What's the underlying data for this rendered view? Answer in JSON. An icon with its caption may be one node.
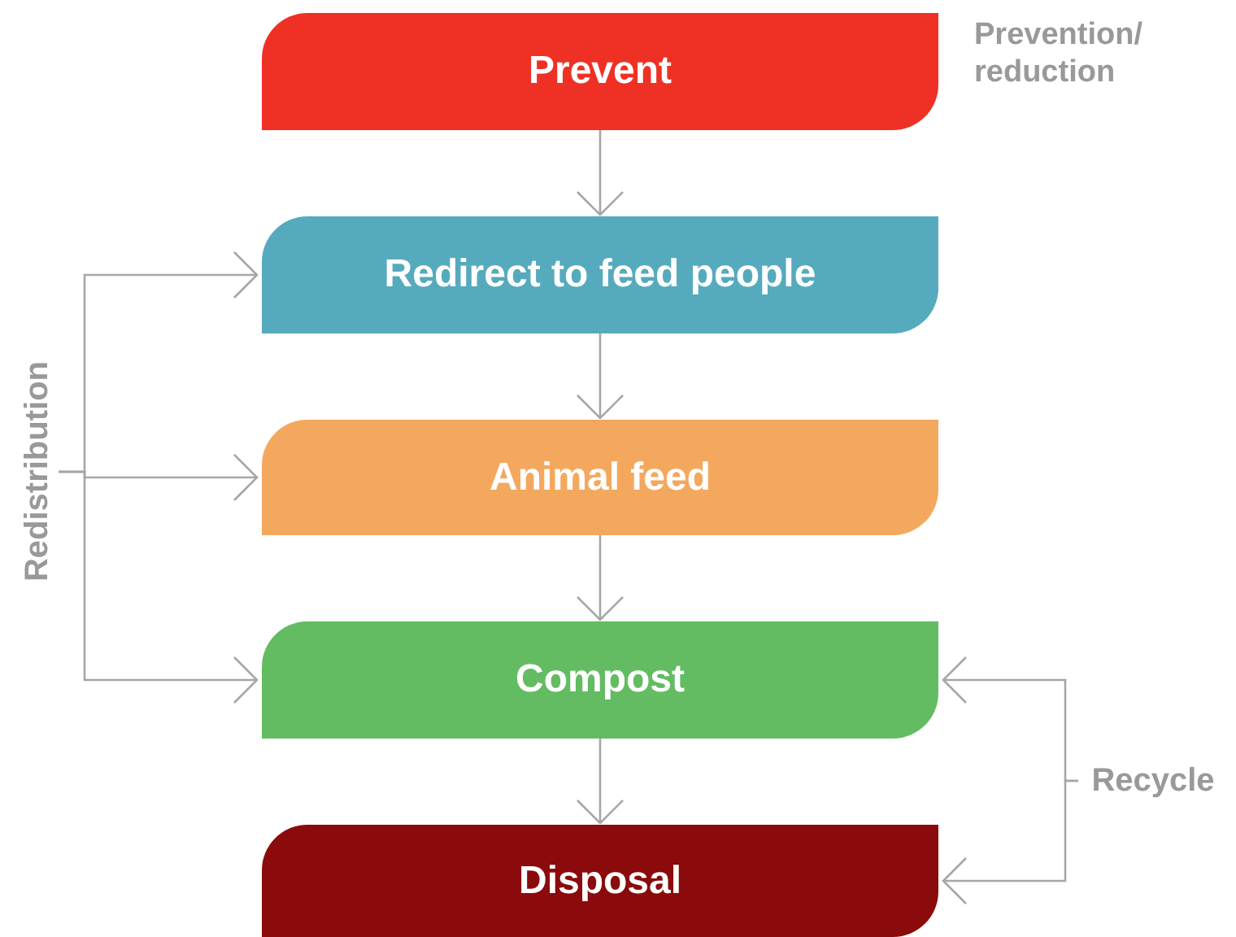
{
  "diagram": {
    "nodes": [
      {
        "text": [
          "Prevent"
        ],
        "beside": [
          "Prevention/ reduction"
        ]
      },
      {
        "text": [
          "Redirect to feed people"
        ]
      },
      {
        "text": [
          "Animal feed"
        ]
      },
      {
        "text": [
          "Compost"
        ]
      },
      {
        "text": [
          "Disposal"
        ]
      },
      {
        "text": [
          "Redistribution"
        ]
      },
      {
        "text": [
          "Recycle"
        ]
      }
    ],
    "edges": [
      {
        "from": 0,
        "to": 1,
        "arrow": "to"
      },
      {
        "from": 1,
        "to": 2,
        "arrow": "to"
      },
      {
        "from": 2,
        "to": 3,
        "arrow": "to"
      },
      {
        "from": 3,
        "to": 4,
        "arrow": "to"
      },
      {
        "from": 5,
        "to": 1,
        "arrow": "to"
      },
      {
        "from": 5,
        "to": 2,
        "arrow": "to"
      },
      {
        "from": 5,
        "to": 3,
        "arrow": "to"
      },
      {
        "from": 6,
        "to": 3,
        "arrow": "to"
      },
      {
        "from": 6,
        "to": 4,
        "arrow": "to"
      }
    ]
  }
}
